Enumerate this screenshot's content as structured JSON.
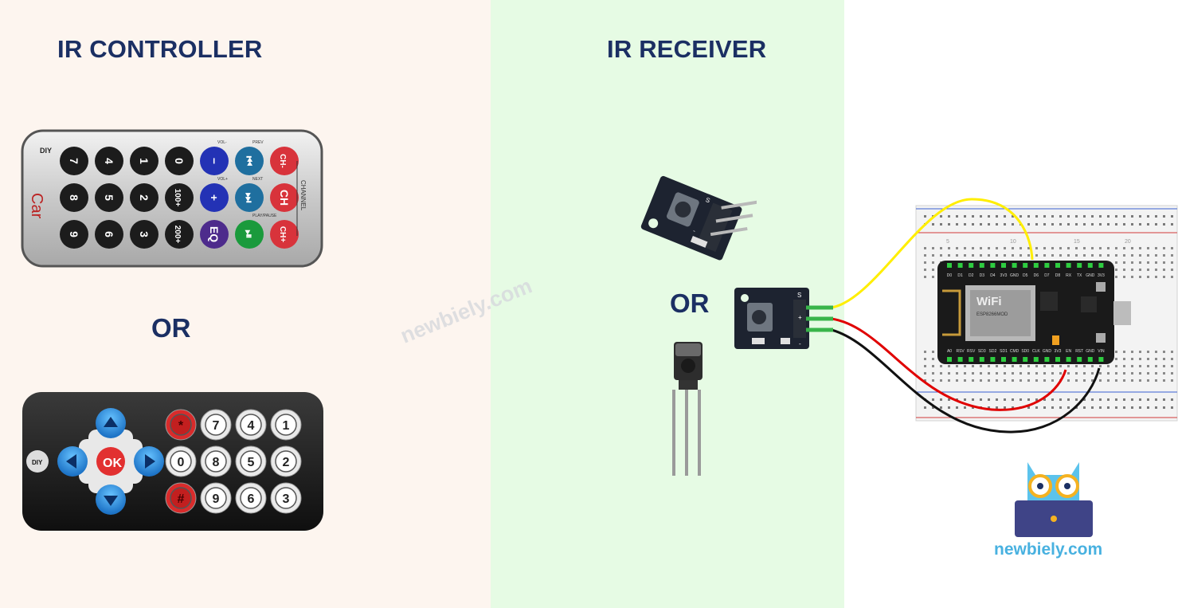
{
  "left_section": {
    "title": "IR CONTROLLER",
    "or_label": "OR"
  },
  "middle_section": {
    "title": "IR RECEIVER",
    "or_label": "OR"
  },
  "watermark": "newbiely.com",
  "brand": "newbiely.com",
  "remote_1": {
    "logo_text": "DIY",
    "brand_text": "Car",
    "side_label": "CHANNEL",
    "rows": [
      [
        "7",
        "4",
        "1",
        "0",
        "−",
        "⏮",
        "CH-"
      ],
      [
        "8",
        "5",
        "2",
        "100+",
        "+",
        "⏭",
        "CH"
      ],
      [
        "9",
        "6",
        "3",
        "200+",
        "EQ",
        "⏯",
        "CH+"
      ]
    ],
    "small_labels": [
      "VOL-",
      "PREV",
      "VOL+",
      "NEXT",
      "PLAY/PAUSE"
    ]
  },
  "remote_2": {
    "logo_text": "DIY",
    "dpad_center": "OK",
    "keys": [
      [
        "*",
        "7",
        "4",
        "1"
      ],
      [
        "0",
        "8",
        "5",
        "2"
      ],
      [
        "#",
        "9",
        "6",
        "3"
      ]
    ]
  },
  "receiver_module": {
    "pin_labels": [
      "S",
      "-"
    ]
  },
  "module_closeup": {
    "pin_labels": [
      "S",
      "+",
      "-"
    ]
  },
  "board": {
    "module_label": "WiFi",
    "module_text": "ESP8266MOD",
    "top_pins": [
      "D0",
      "D1",
      "D2",
      "D3",
      "D4",
      "3V3",
      "GND",
      "D5",
      "D6",
      "D7",
      "D8",
      "RX",
      "TX",
      "GND",
      "3V3"
    ],
    "bottom_pins": [
      "A0",
      "RSV",
      "RSV",
      "SD3",
      "SD2",
      "SD1",
      "CMD",
      "SD0",
      "CLK",
      "GND",
      "3V3",
      "EN",
      "RST",
      "GND",
      "VIN"
    ],
    "row_numbers": [
      "5",
      "10",
      "15",
      "20"
    ]
  },
  "colors": {
    "heading": "#1b2f63",
    "wire_signal": "#ffee00",
    "wire_power": "#e00000",
    "wire_ground": "#111111",
    "brand": "#48b1e0"
  }
}
